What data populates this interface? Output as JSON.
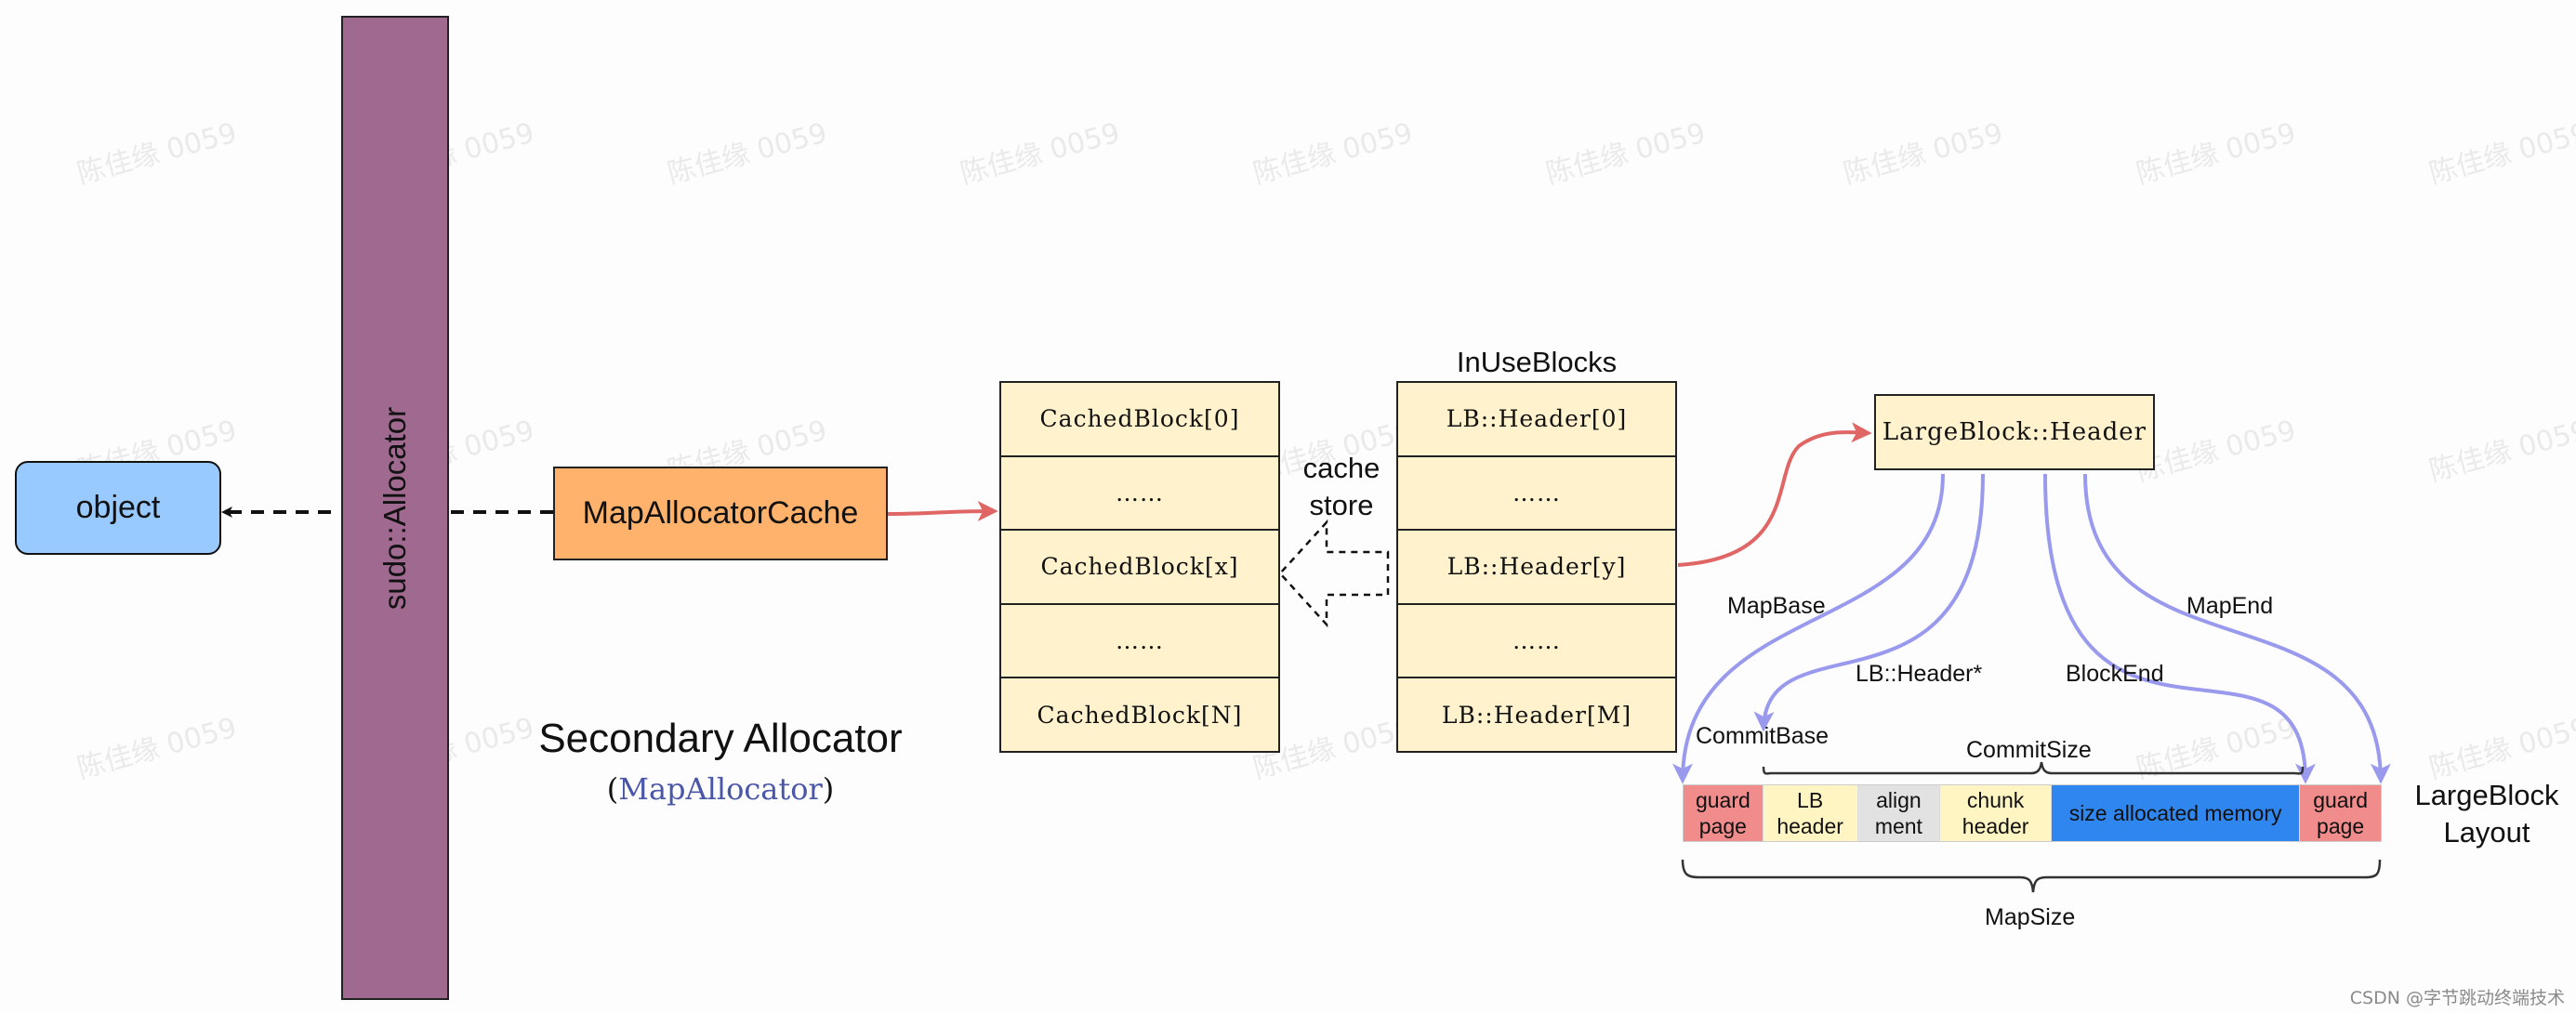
{
  "object_box": {
    "label": "object"
  },
  "allocator_bar": {
    "label": "sudo::Allocator"
  },
  "cache_box": {
    "label": "MapAllocatorCache"
  },
  "secondary": {
    "title": "Secondary Allocator",
    "subtitle_open": "(",
    "subtitle_name": "MapAllocator",
    "subtitle_close": ")"
  },
  "cached_blocks": [
    "CachedBlock[0]",
    "……",
    "CachedBlock[x]",
    "……",
    "CachedBlock[N]"
  ],
  "cache_store": {
    "line1": "cache",
    "line2": "store"
  },
  "in_use": {
    "title": "InUseBlocks",
    "items": [
      "LB::Header[0]",
      "……",
      "LB::Header[y]",
      "……",
      "LB::Header[M]"
    ]
  },
  "large_header": {
    "label": "LargeBlock::Header"
  },
  "pointers": {
    "map_base": "MapBase",
    "lb_header": "LB::Header*",
    "block_end": "BlockEnd",
    "map_end": "MapEnd",
    "commit_base": "CommitBase",
    "commit_size": "CommitSize",
    "map_size": "MapSize"
  },
  "layout": {
    "title_line1": "LargeBlock",
    "title_line2": "Layout",
    "segments": [
      {
        "line1": "guard",
        "line2": "page",
        "color": "#f08c8c"
      },
      {
        "line1": "LB",
        "line2": "header",
        "color": "#fff5c2"
      },
      {
        "line1": "align",
        "line2": "ment",
        "color": "#e2e2e2"
      },
      {
        "line1": "chunk",
        "line2": "header",
        "color": "#fff5c2"
      },
      {
        "line1": "size allocated memory",
        "line2": "",
        "color": "#2f86ee"
      },
      {
        "line1": "guard",
        "line2": "page",
        "color": "#f08c8c"
      }
    ]
  },
  "watermark": {
    "text": "陈佳缘 0059"
  },
  "credit": {
    "text": "CSDN @字节跳动终端技术"
  },
  "colors": {
    "purple": "#a0698f",
    "orange": "#ffb26b",
    "blue": "#99caff",
    "cream": "#fff2cc",
    "red_arrow": "#e06666",
    "blue_arrow": "#9999ee"
  }
}
